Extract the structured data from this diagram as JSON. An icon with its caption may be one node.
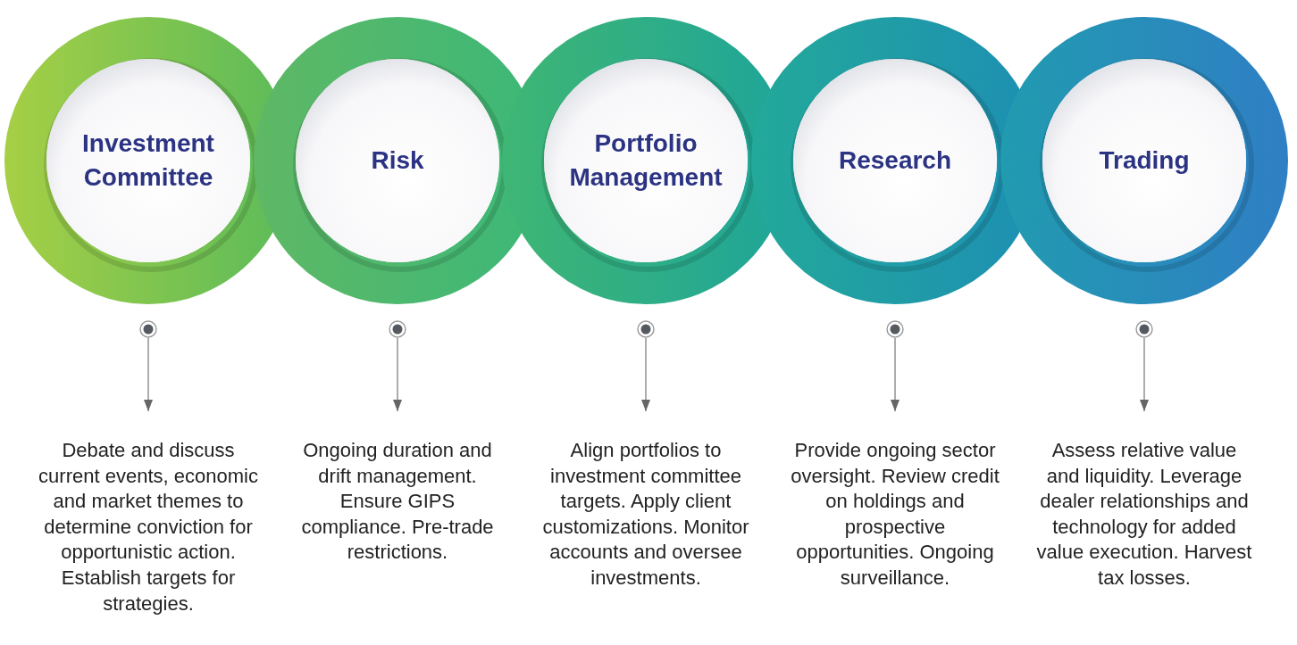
{
  "diagram": {
    "nodes": [
      {
        "text": [
          "Investment Committee"
        ]
      },
      {
        "text": [
          "Risk"
        ]
      },
      {
        "text": [
          "Portfolio Management"
        ]
      },
      {
        "text": [
          "Research"
        ]
      },
      {
        "text": [
          "Trading"
        ]
      },
      {
        "text": [],
        "shape": "circle"
      },
      {
        "text": [],
        "shape": "circle"
      },
      {
        "text": [],
        "shape": "circle"
      },
      {
        "text": [],
        "shape": "circle"
      },
      {
        "text": [],
        "shape": "circle"
      },
      {
        "text": [
          "Debate and discuss current events, economic and market themes to determine conviction for opportunistic action. Establish targets for strategies."
        ]
      },
      {
        "text": [
          "Ongoing duration and drift management. Ensure GIPS compliance. Pre-trade restrictions."
        ]
      },
      {
        "text": [
          "Align portfolios to investment committee targets. Apply client customizations. Monitor accounts and oversee investments."
        ]
      },
      {
        "text": [
          "Provide ongoing sector oversight. Review credit on holdings and prospective opportunities. Ongoing surveillance."
        ]
      },
      {
        "text": [
          "Assess relative value and liquidity. Leverage dealer relationships and technology for added value execution. Harvest tax losses."
        ]
      }
    ],
    "edges": [
      {
        "from": 5,
        "to": 10,
        "arrow": "to"
      },
      {
        "from": 6,
        "to": 11,
        "arrow": "to"
      },
      {
        "from": 7,
        "to": 12,
        "arrow": "to"
      },
      {
        "from": 8,
        "to": 13,
        "arrow": "to"
      },
      {
        "from": 9,
        "to": 14,
        "arrow": "to"
      }
    ]
  }
}
